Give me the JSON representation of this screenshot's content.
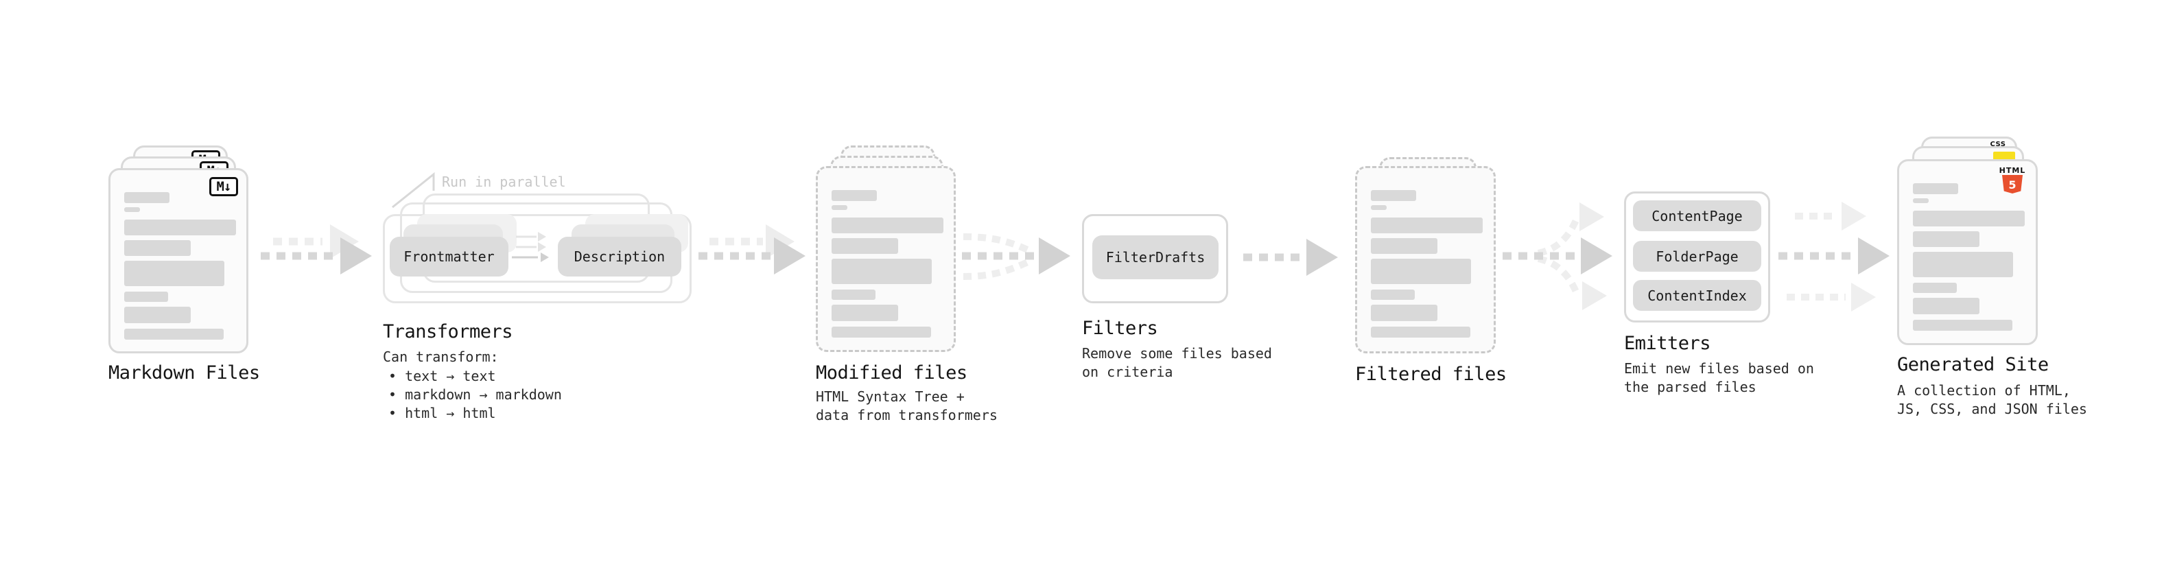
{
  "markdown_files": {
    "label": "Markdown Files"
  },
  "transformers": {
    "annotation": "Run in parallel",
    "boxes": [
      "Frontmatter",
      "Description"
    ],
    "label": "Transformers",
    "description_title": "Can transform:",
    "bullets": [
      "• text → text",
      "• markdown → markdown",
      "• html → html"
    ]
  },
  "modified_files": {
    "label": "Modified files",
    "description": "HTML Syntax Tree +\ndata from transformers"
  },
  "filters": {
    "boxes": [
      "FilterDrafts"
    ],
    "label": "Filters",
    "description": "Remove some files based\non criteria"
  },
  "filtered_files": {
    "label": "Filtered files"
  },
  "emitters": {
    "boxes": [
      "ContentPage",
      "FolderPage",
      "ContentIndex"
    ],
    "label": "Emitters",
    "description": "Emit new files based on\nthe parsed files"
  },
  "generated_site": {
    "label": "Generated Site",
    "description": "A collection of HTML,\nJS, CSS, and JSON files"
  },
  "icons": {
    "markdown_badge": "M↓",
    "html5_title": "HTML",
    "html5_glyph": "5",
    "css_title": "CSS"
  },
  "colors": {
    "html5_orange": "#e8502e",
    "js_yellow": "#f7df1e",
    "css_blue": "#2965f1"
  }
}
